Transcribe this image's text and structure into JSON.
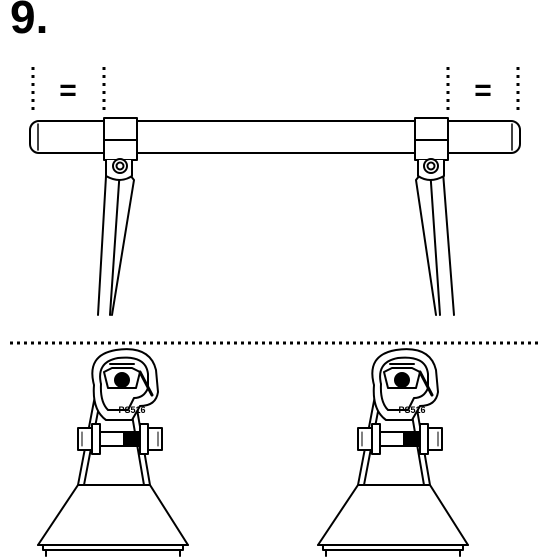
{
  "step": {
    "number": "9."
  },
  "top_view": {
    "left_equal": "=",
    "right_equal": "="
  },
  "bottom_view": {
    "left_part_label": "PS516",
    "right_part_label": "PS516"
  },
  "colors": {
    "line": "#000000",
    "background": "#ffffff"
  }
}
